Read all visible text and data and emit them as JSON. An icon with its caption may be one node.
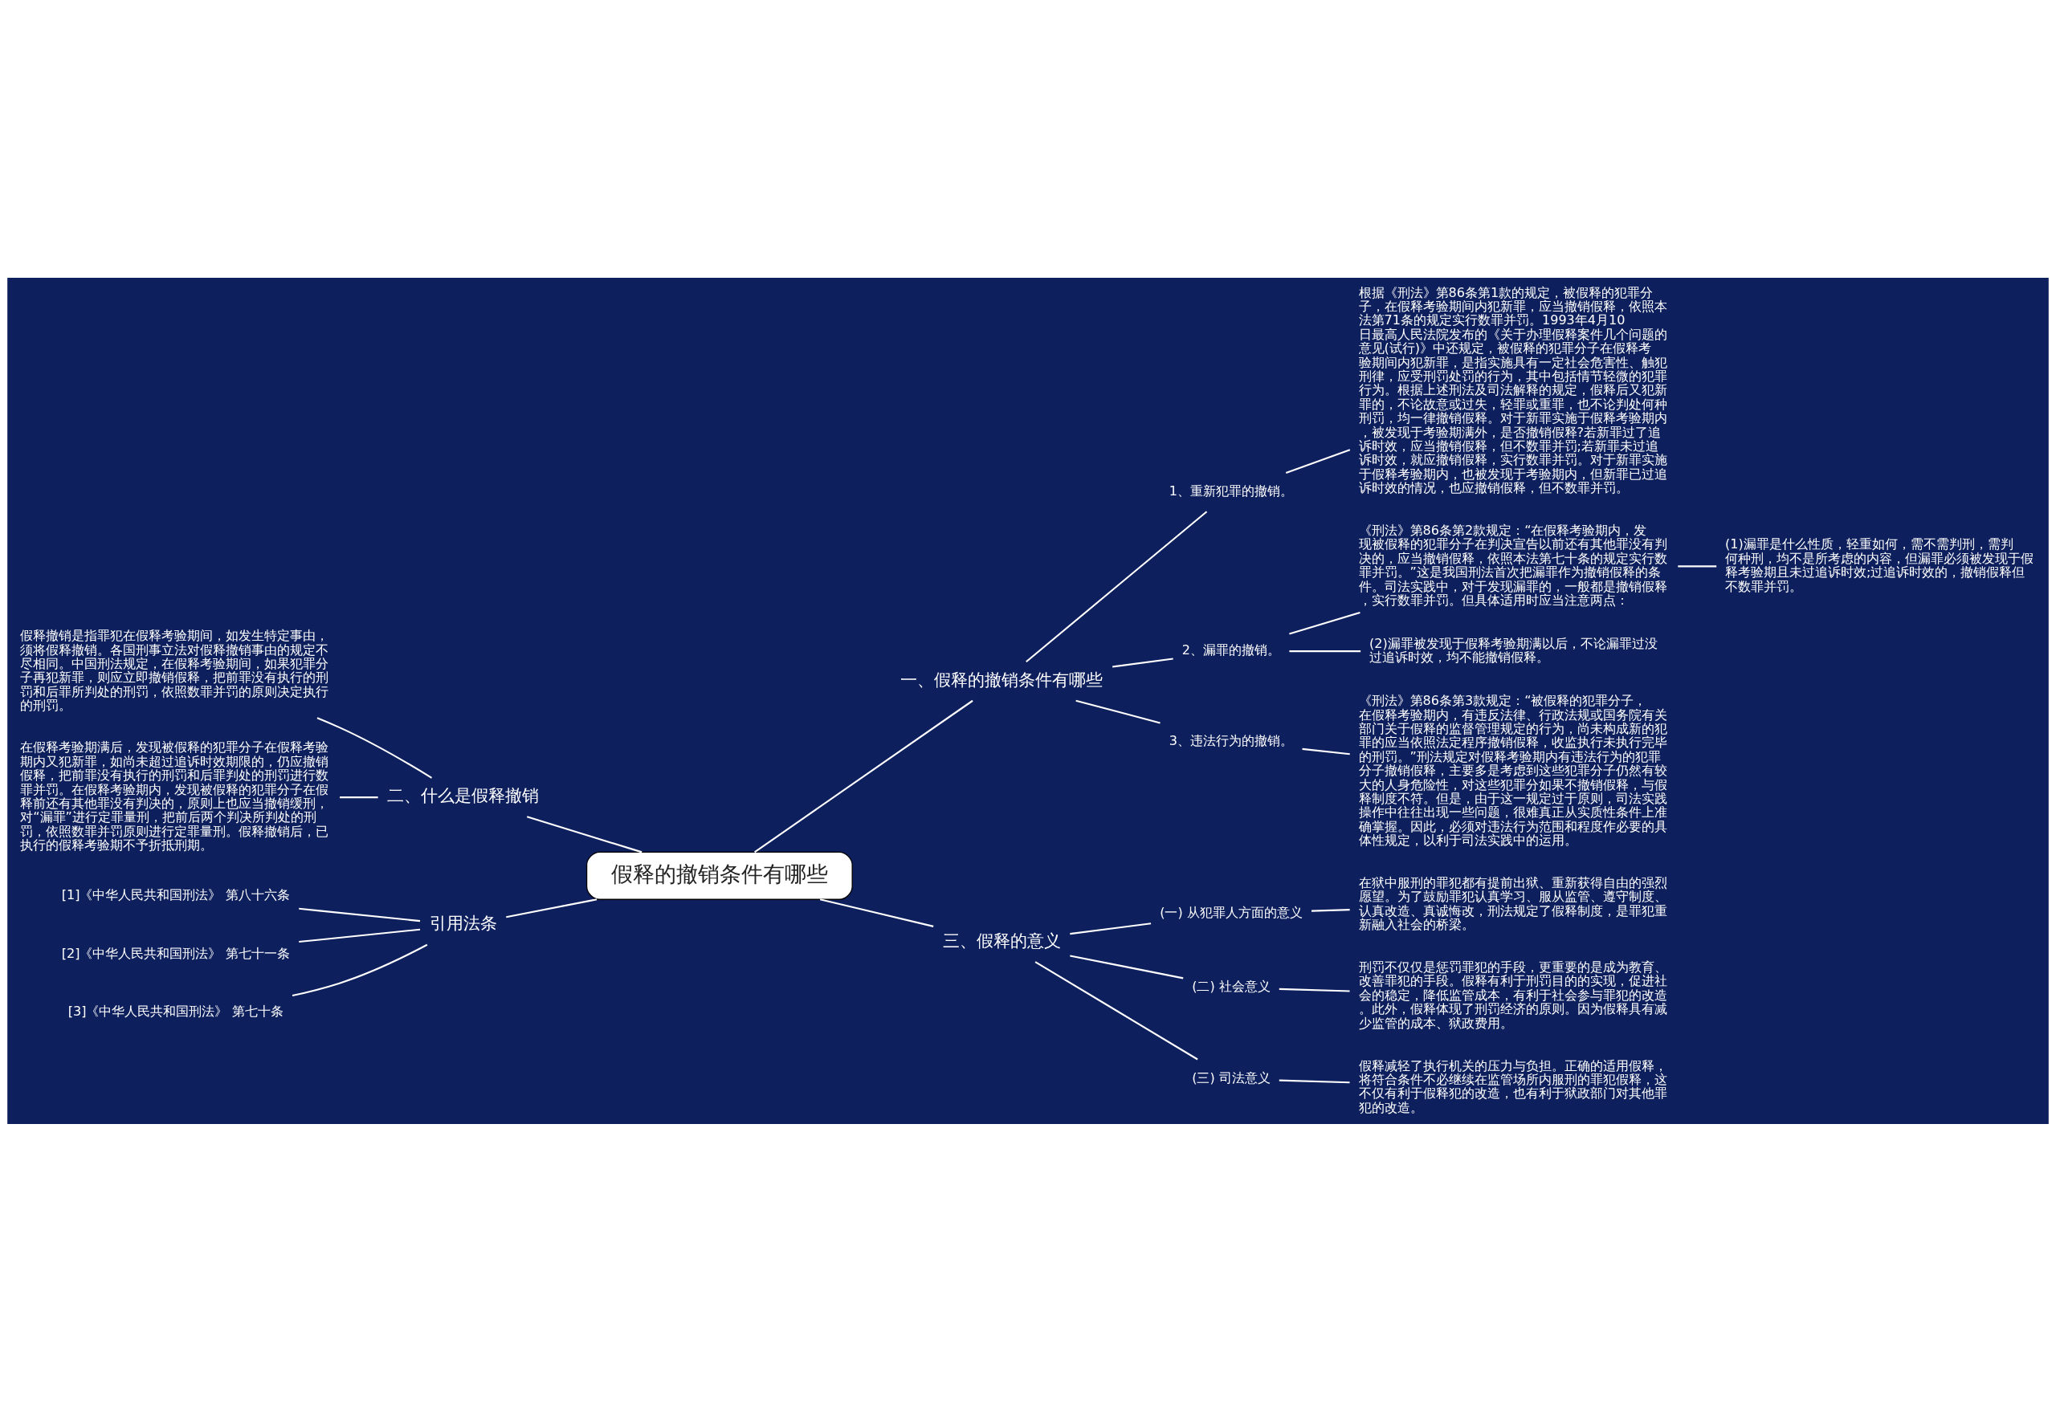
{
  "diagram": {
    "nodes": [
      {
        "text": [
          "假释的撤销条件有哪些"
        ]
      },
      {
        "text": [
          "一、假释的撤销条件有哪些"
        ]
      },
      {
        "text": [
          "1、重新犯罪的撤销。"
        ]
      },
      {
        "text": [
          "根据《刑法》第86条第1款的规定，被假释的犯罪分子，在假释考验期间内犯新罪，应当撤销假释，依照本法第71条的规定实行数罪并罚。1993年4月10日最高人民法院发布的《关于办理假释案件几个问题的意见(试行)》中还规定，被假释的犯罪分子在假释考验期间内犯新罪，是指实施具有一定社会危害性、触犯刑律，应受刑罚处罚的行为，其中包括情节轻微的犯罪行为。根据上述刑法及司法解释的规定，假释后又犯新罪的，不论故意或过失，轻罪或重罪，也不论判处何种刑罚，均一律撤销假释。对于新罪实施于假释考验期内，被发现于考验期满外，是否撤销假释?若新罪过了追诉时效，应当撤销假释，但不数罪并罚;若新罪未过追诉时效，就应撤销假释，实行数罪并罚。对于新罪实施于假释考验期内，也被发现于考验期内，但新罪已过追诉时效的情况，也应撤销假释，但不数罪并罚。"
        ]
      },
      {
        "text": [
          "2、漏罪的撤销。"
        ]
      },
      {
        "text": [
          "《刑法》第86条第2款规定：“在假释考验期内，发现被假释的犯罪分子在判决宣告以前还有其他罪没有判决的，应当撤销假释，依照本法第七十条的规定实行数罪并罚。”这是我国刑法首次把漏罪作为撤销假释的条件。司法实践中，对于发现漏罪的，一般都是撤销假释，实行数罪并罚。但具体适用时应当注意两点："
        ]
      },
      {
        "text": [
          "(1)漏罪是什么性质，轻重如何，需不需判刑，需判何种刑，均不是所考虑的内容，但漏罪必须被发现于假释考验期且未过追诉时效;过追诉时效的，撤销假释但不数罪并罚。"
        ]
      },
      {
        "text": [
          "(2)漏罪被发现于假释考验期满以后，不论漏罪过没过追诉时效，均不能撤销假释。"
        ]
      },
      {
        "text": [
          "3、违法行为的撤销。"
        ]
      },
      {
        "text": [
          "《刑法》第86条第3款规定：“被假释的犯罪分子，在假释考验期内，有违反法律、行政法规或国务院有关部门关于假释的监督管理规定的行为，尚未构成新的犯罪的应当依照法定程序撤销假释，收监执行未执行完毕的刑罚。”刑法规定对假释考验期内有违法行为的犯罪分子撤销假释，主要多是考虑到这些犯罪分子仍然有较大的人身危险性，对这些犯罪分如果不撤销假释，与假释制度不符。但是，由于这一规定过于原则，司法实践操作中往往出现一些问题，很难真正从实质性条件上准确掌握。因此，必须对违法行为范围和程度作必要的具体性规定，以利于司法实践中的运用。"
        ]
      },
      {
        "text": [
          "二、什么是假释撤销"
        ]
      },
      {
        "text": [
          "假释撤销是指罪犯在假释考验期间，如发生特定事由，须将假释撤销。各国刑事立法对假释撤销事由的规定不尽相同。中国刑法规定，在假释考验期间，如果犯罪分子再犯新罪，则应立即撤销假释，把前罪没有执行的刑罚和后罪所判处的刑罚，依照数罪并罚的原则决定执行的刑罚。"
        ]
      },
      {
        "text": [
          "在假释考验期满后，发现被假释的犯罪分子在假释考验期内又犯新罪，如尚未超过追诉时效期限的，仍应撤销假释，把前罪没有执行的刑罚和后罪判处的刑罚进行数罪并罚。在假释考验期内，发现被假释的犯罪分子在假释前还有其他罪没有判决的，原则上也应当撤销缓刑，对“漏罪”进行定罪量刑，把前后两个判决所判处的刑罚，依照数罪并罚原则进行定罪量刑。假释撤销后，已执行的假释考验期不予折抵刑期。"
        ]
      },
      {
        "text": [
          "引用法条"
        ]
      },
      {
        "text": [
          "[1]《中华人民共和国刑法》 第八十六条"
        ]
      },
      {
        "text": [
          "[2]《中华人民共和国刑法》 第七十一条"
        ]
      },
      {
        "text": [
          "[3]《中华人民共和国刑法》 第七十条"
        ]
      },
      {
        "text": [
          "三、假释的意义"
        ]
      },
      {
        "text": [
          "(一) 从犯罪人方面的意义"
        ]
      },
      {
        "text": [
          "在狱中服刑的罪犯都有提前出狱、重新获得自由的强烈愿望。为了鼓励罪犯认真学习、服从监管、遵守制度、认真改造、真诚悔改，刑法规定了假释制度，是罪犯重新融入社会的桥梁。"
        ]
      },
      {
        "text": [
          "(二) 社会意义"
        ]
      },
      {
        "text": [
          "刑罚不仅仅是惩罚罪犯的手段，更重要的是成为教育、改善罪犯的手段。假释有利于刑罚目的的实现，促进社会的稳定，降低监管成本，有利于社会参与罪犯的改造。此外，假释体现了刑罚经济的原则。因为假释具有减少监管的成本、狱政费用。"
        ]
      },
      {
        "text": [
          "(三) 司法意义"
        ]
      },
      {
        "text": [
          "假释减轻了执行机关的压力与负担。正确的适用假释，将符合条件不必继续在监管场所内服刑的罪犯假释，这不仅有利于假释犯的改造，也有利于狱政部门对其他罪犯的改造。"
        ]
      }
    ],
    "edges": [
      {
        "from": 0,
        "to": 1,
        "arrow": "none"
      },
      {
        "from": 1,
        "to": 2,
        "arrow": "none"
      },
      {
        "from": 2,
        "to": 3,
        "arrow": "none"
      },
      {
        "from": 1,
        "to": 4,
        "arrow": "none"
      },
      {
        "from": 4,
        "to": 5,
        "arrow": "none"
      },
      {
        "from": 5,
        "to": 6,
        "arrow": "none"
      },
      {
        "from": 4,
        "to": 7,
        "arrow": "none"
      },
      {
        "from": 1,
        "to": 8,
        "arrow": "none"
      },
      {
        "from": 8,
        "to": 9,
        "arrow": "none"
      },
      {
        "from": 0,
        "to": 10,
        "arrow": "none"
      },
      {
        "from": 10,
        "to": 11,
        "arrow": "none"
      },
      {
        "from": 10,
        "to": 12,
        "arrow": "none"
      },
      {
        "from": 0,
        "to": 13,
        "arrow": "none"
      },
      {
        "from": 13,
        "to": 14,
        "arrow": "none"
      },
      {
        "from": 13,
        "to": 15,
        "arrow": "none"
      },
      {
        "from": 13,
        "to": 16,
        "arrow": "none"
      },
      {
        "from": 0,
        "to": 17,
        "arrow": "none"
      },
      {
        "from": 17,
        "to": 18,
        "arrow": "none"
      },
      {
        "from": 18,
        "to": 19,
        "arrow": "none"
      },
      {
        "from": 17,
        "to": 20,
        "arrow": "none"
      },
      {
        "from": 20,
        "to": 21,
        "arrow": "none"
      },
      {
        "from": 17,
        "to": 22,
        "arrow": "none"
      },
      {
        "from": 22,
        "to": 23,
        "arrow": "none"
      }
    ]
  }
}
